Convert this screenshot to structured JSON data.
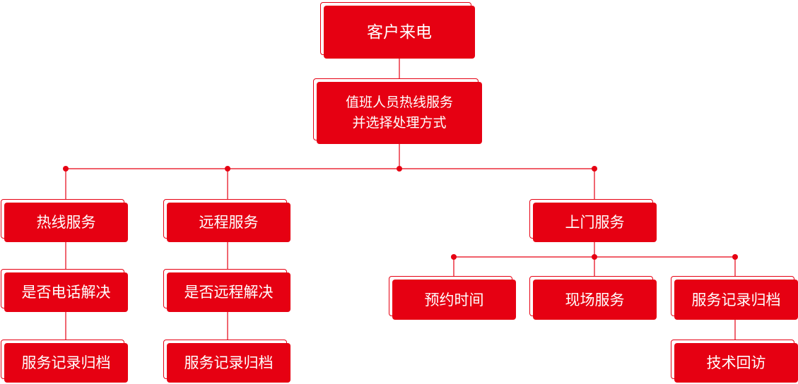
{
  "colors": {
    "accent": "#e60012",
    "background": "#ffffff"
  },
  "nodes": {
    "root": "客户来电",
    "hotline_line1": "值班人员热线服务",
    "hotline_line2": "并选择处理方式",
    "phone_service": "热线服务",
    "phone_check": "是否电话解决",
    "phone_archive": "服务记录归档",
    "remote_service": "远程服务",
    "remote_check": "是否远程解决",
    "remote_archive": "服务记录归档",
    "onsite_service": "上门服务",
    "appointment": "预约时间",
    "onsite": "现场服务",
    "onsite_archive": "服务记录归档",
    "callback": "技术回访"
  }
}
